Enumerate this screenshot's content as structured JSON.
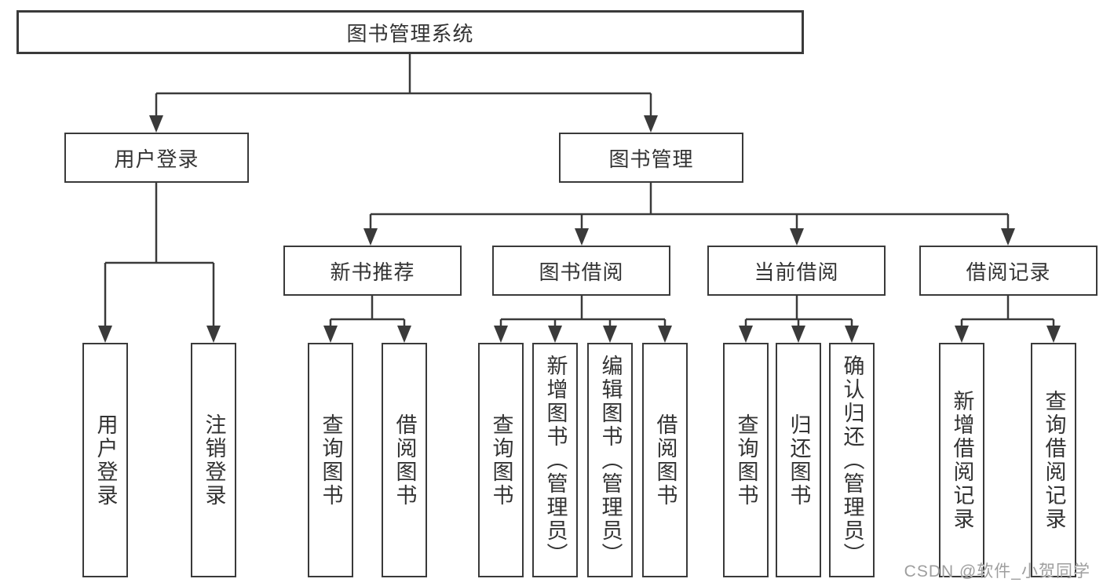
{
  "title": "图书管理系统",
  "colors": {
    "line": "#3a3a3a",
    "text": "#333333",
    "background": "#ffffff",
    "watermark": "#9e9e9e"
  },
  "tree": {
    "label": "图书管理系统",
    "children": [
      {
        "label": "用户登录",
        "children": [
          {
            "label": "用户登录"
          },
          {
            "label": "注销登录"
          }
        ]
      },
      {
        "label": "图书管理",
        "children": [
          {
            "label": "新书推荐",
            "children": [
              {
                "label": "查询图书"
              },
              {
                "label": "借阅图书"
              }
            ]
          },
          {
            "label": "图书借阅",
            "children": [
              {
                "label": "查询图书"
              },
              {
                "label": "新增图书（管理员）"
              },
              {
                "label": "编辑图书（管理员）"
              },
              {
                "label": "借阅图书"
              }
            ]
          },
          {
            "label": "当前借阅",
            "children": [
              {
                "label": "查询图书"
              },
              {
                "label": "归还图书"
              },
              {
                "label": "确认归还（管理员）"
              }
            ]
          },
          {
            "label": "借阅记录",
            "children": [
              {
                "label": "新增借阅记录"
              },
              {
                "label": "查询借阅记录"
              }
            ]
          }
        ]
      }
    ]
  },
  "watermark": {
    "text": "CSDN @软件_小贺同学"
  }
}
